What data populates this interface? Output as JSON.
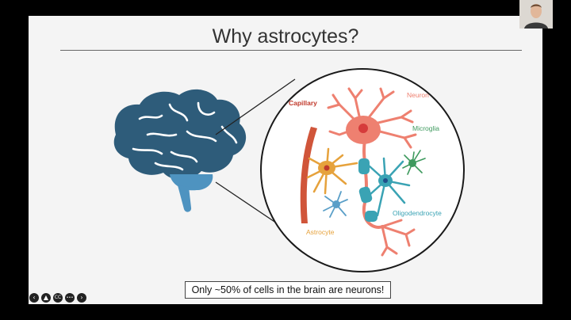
{
  "slide": {
    "title": "Why astrocytes?",
    "caption": "Only ~50% of cells in the brain are neurons!"
  },
  "diagram_labels": {
    "capillary": "Capillary",
    "neuron": "Neuron",
    "microglia": "Microglia",
    "oligodendrocyte": "Oligodendrocyte",
    "astrocyte": "Astrocyte"
  },
  "colors": {
    "brain": "#2e5c7a",
    "cerebellum": "#4e93c0",
    "capillary": "#d0553a",
    "neuron": "#ee8070",
    "microglia": "#3e9a5e",
    "oligodendrocyte": "#3aa3b4",
    "astrocyte": "#e6a23c"
  },
  "controls": {
    "items": [
      {
        "name": "prev-icon",
        "glyph": "‹"
      },
      {
        "name": "pointer-icon",
        "glyph": "▲"
      },
      {
        "name": "captions-icon",
        "glyph": "CC"
      },
      {
        "name": "more-icon",
        "glyph": "•••"
      },
      {
        "name": "next-icon",
        "glyph": "›"
      }
    ]
  }
}
